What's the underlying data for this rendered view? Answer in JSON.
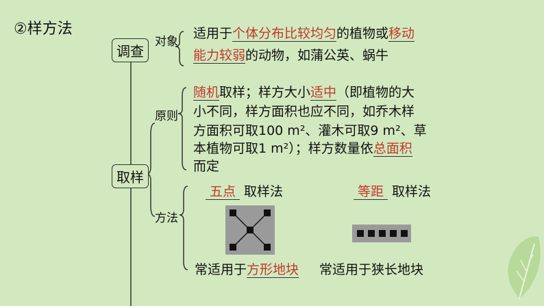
{
  "title": "②样方法",
  "survey": {
    "box": "调查",
    "object_label": "对象",
    "line1_pre": "适用于",
    "line1_red1": "个体分布比较均匀",
    "line1_mid": "的植物或",
    "line1_red2": "移动",
    "line2_red": "能力较弱",
    "line2_post": "的动物，如蒲公英、蜗牛"
  },
  "sampling": {
    "box": "取样",
    "principle_label": "原则",
    "p1_red1": "随机",
    "p1_a": "取样；样方大小",
    "p1_red2": "适中",
    "p1_b": "（即植物的大",
    "p2": "小不同，样方面积也应不同，如乔木样",
    "p3": "方面积可取100 m²、灌木可取9 m²、草",
    "p4_a": "本植物可取1 m²）；样方数量依",
    "p4_red": "总面积",
    "p5": "而定",
    "method_label": "方法",
    "m1_red": "五点",
    "m1_post": "取样法",
    "m2_red": "等距",
    "m2_post": "取样法",
    "m1_use_pre": "常适用于",
    "m1_use_red": "方形地块",
    "m2_use": "常适用于狭长地块"
  },
  "colors": {
    "background": "#d2e9c0",
    "highlight": "#c0392b",
    "leaf": "#b7d99a"
  }
}
